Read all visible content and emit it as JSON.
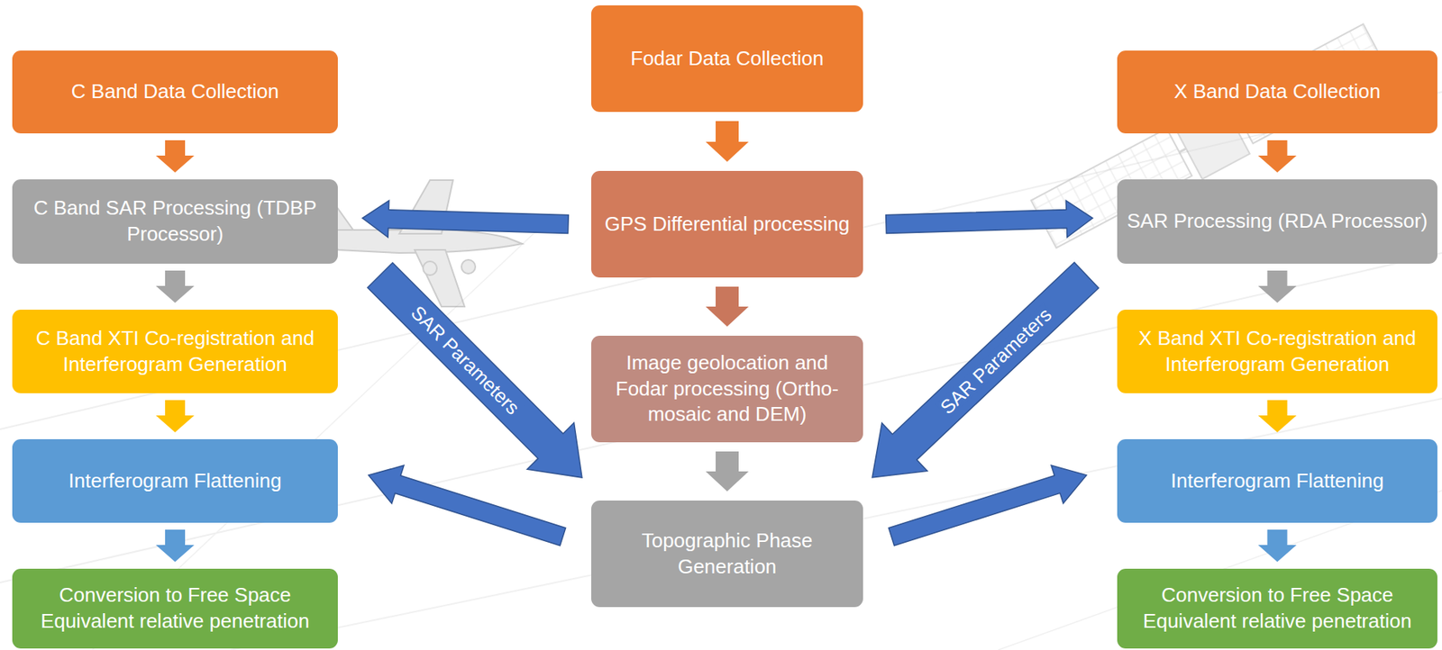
{
  "diagram": {
    "nodes": [
      {
        "text": [
          "C Band Data Collection"
        ]
      },
      {
        "text": [
          "C Band SAR Processing (TDBP Processor)"
        ]
      },
      {
        "text": [
          "C Band XTI Co-registration and Interferogram Generation"
        ]
      },
      {
        "text": [
          "Interferogram Flattening"
        ]
      },
      {
        "text": [
          "Conversion to Free Space Equivalent relative penetration"
        ]
      },
      {
        "text": [
          "Fodar Data Collection"
        ]
      },
      {
        "text": [
          "GPS Differential processing"
        ]
      },
      {
        "text": [
          "Image geolocation and Fodar processing (Ortho-mosaic and DEM)"
        ]
      },
      {
        "text": [
          "Topographic Phase Generation"
        ]
      },
      {
        "text": [
          "X Band Data Collection"
        ]
      },
      {
        "text": [
          "SAR Processing (RDA Processor)"
        ]
      },
      {
        "text": [
          "X Band XTI Co-registration and Interferogram Generation"
        ]
      },
      {
        "text": [
          "Interferogram Flattening"
        ]
      },
      {
        "text": [
          "Conversion to Free Space Equivalent relative penetration"
        ]
      }
    ],
    "edges": [
      {
        "from": 0,
        "to": 1,
        "arrow": "to"
      },
      {
        "from": 1,
        "to": 2,
        "arrow": "to"
      },
      {
        "from": 2,
        "to": 3,
        "arrow": "to"
      },
      {
        "from": 3,
        "to": 4,
        "arrow": "to"
      },
      {
        "from": 5,
        "to": 6,
        "arrow": "to"
      },
      {
        "from": 6,
        "to": 7,
        "arrow": "to"
      },
      {
        "from": 7,
        "to": 8,
        "arrow": "to"
      },
      {
        "from": 9,
        "to": 10,
        "arrow": "to"
      },
      {
        "from": 10,
        "to": 11,
        "arrow": "to"
      },
      {
        "from": 11,
        "to": 12,
        "arrow": "to"
      },
      {
        "from": 12,
        "to": 13,
        "arrow": "to"
      },
      {
        "from": 6,
        "to": 1,
        "arrow": "to"
      },
      {
        "from": 6,
        "to": 10,
        "arrow": "to"
      },
      {
        "from": 1,
        "to": 8,
        "label": "SAR Parameters",
        "arrow": "to"
      },
      {
        "from": 10,
        "to": 8,
        "label": "SAR Parameters",
        "arrow": "to"
      },
      {
        "from": 8,
        "to": 3,
        "arrow": "to"
      },
      {
        "from": 8,
        "to": 12,
        "arrow": "to"
      }
    ]
  }
}
